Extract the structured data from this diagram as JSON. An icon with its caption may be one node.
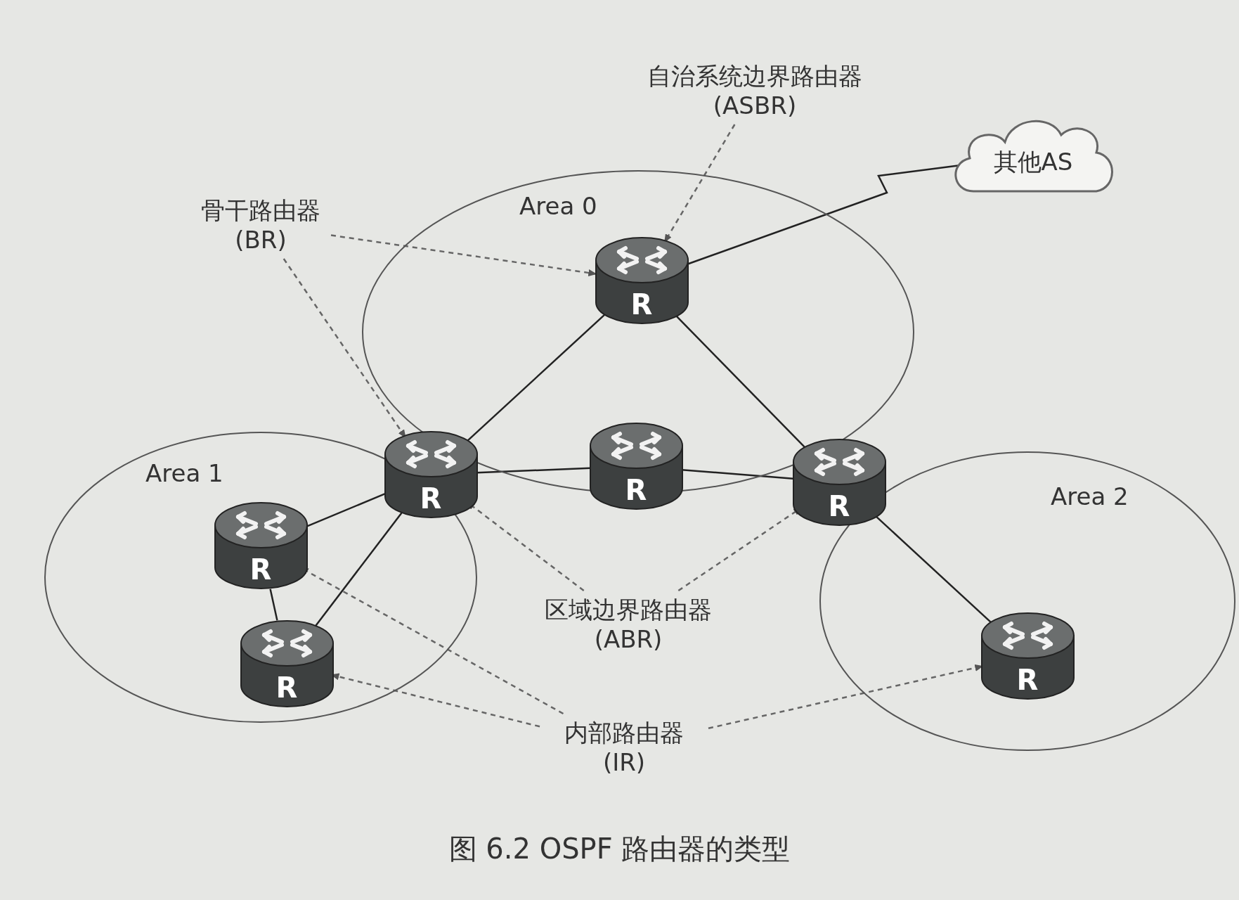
{
  "diagram": {
    "caption": "图 6.2 OSPF 路由器的类型",
    "nodes": [
      {
        "text": [
          "自治系统边界路由器 (ASBR)"
        ]
      },
      {
        "text": [
          "其他AS"
        ]
      },
      {
        "text": [
          "骨干路由器 (BR)"
        ]
      },
      {
        "text": [
          "Area 0"
        ]
      },
      {
        "text": [
          "R"
        ],
        "in": 3
      },
      {
        "text": [
          "R"
        ]
      },
      {
        "text": [
          "R"
        ],
        "in": 3
      },
      {
        "text": [
          "R"
        ]
      },
      {
        "text": [
          "Area 1"
        ]
      },
      {
        "text": [
          "R"
        ],
        "in": 8
      },
      {
        "text": [
          "R"
        ],
        "in": 8
      },
      {
        "text": [
          "Area 2"
        ]
      },
      {
        "text": [
          "R"
        ],
        "in": 11
      },
      {
        "text": [
          "区域边界路由器 (ABR)"
        ]
      },
      {
        "text": [
          "内部路由器 (IR)"
        ]
      }
    ],
    "edges": [
      {
        "from": 4,
        "to": 1,
        "arrow": "none"
      },
      {
        "from": 4,
        "to": 5,
        "arrow": "none"
      },
      {
        "from": 4,
        "to": 7,
        "arrow": "none"
      },
      {
        "from": 5,
        "to": 6,
        "arrow": "none"
      },
      {
        "from": 6,
        "to": 7,
        "arrow": "none"
      },
      {
        "from": 5,
        "to": 9,
        "arrow": "none"
      },
      {
        "from": 5,
        "to": 10,
        "arrow": "none"
      },
      {
        "from": 9,
        "to": 10,
        "arrow": "none"
      },
      {
        "from": 7,
        "to": 12,
        "arrow": "none"
      },
      {
        "from": 0,
        "to": 4,
        "arrow": "to",
        "style": "dashed"
      },
      {
        "from": 2,
        "to": 4,
        "arrow": "to",
        "style": "dashed"
      },
      {
        "from": 2,
        "to": 5,
        "arrow": "to",
        "style": "dashed"
      },
      {
        "from": 13,
        "to": 5,
        "arrow": "to",
        "style": "dashed"
      },
      {
        "from": 13,
        "to": 7,
        "arrow": "to",
        "style": "dashed"
      },
      {
        "from": 14,
        "to": 9,
        "arrow": "to",
        "style": "dashed"
      },
      {
        "from": 14,
        "to": 10,
        "arrow": "to",
        "style": "dashed"
      },
      {
        "from": 14,
        "to": 12,
        "arrow": "to",
        "style": "dashed"
      }
    ]
  }
}
